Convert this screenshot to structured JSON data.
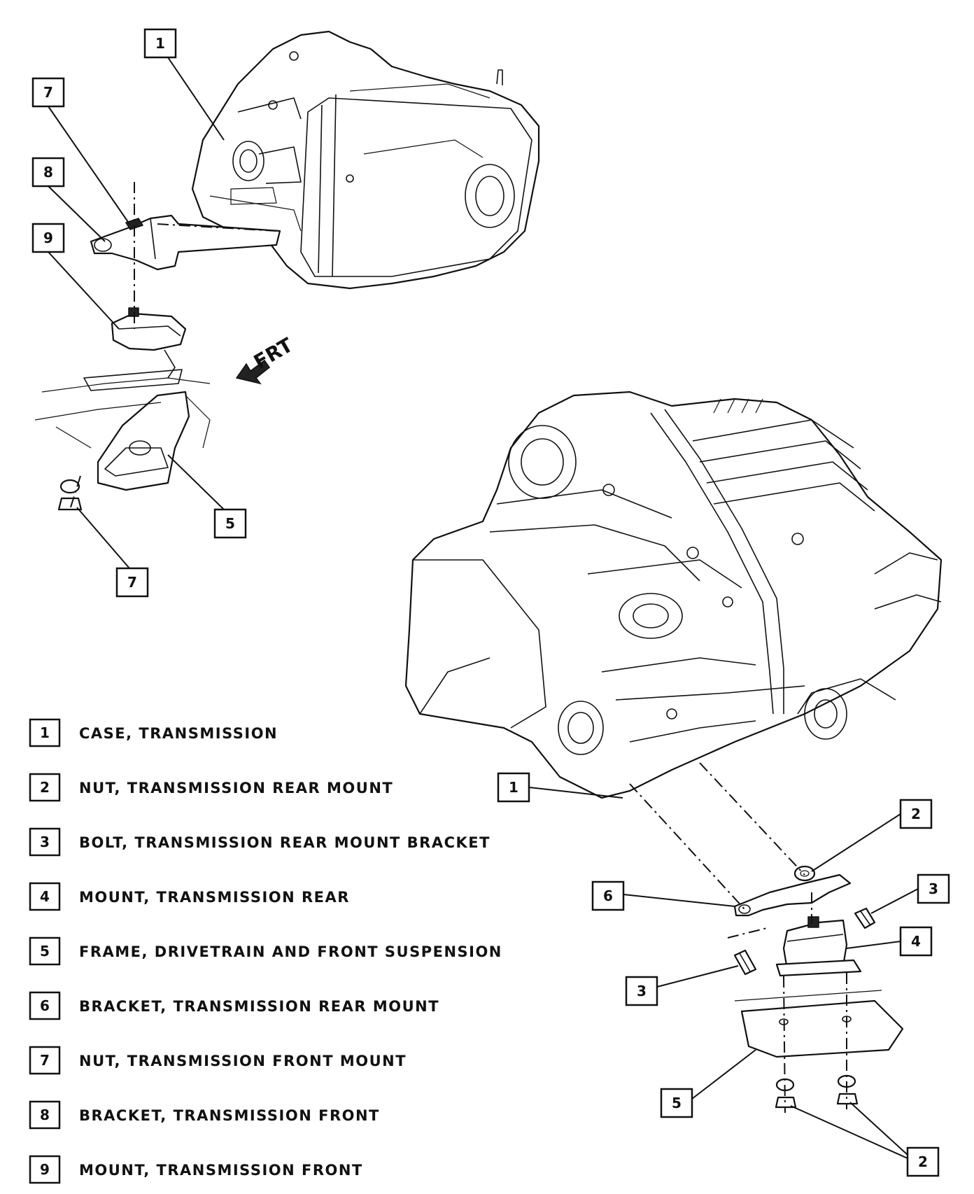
{
  "direction_label": "FRT",
  "callouts": {
    "top_case": "1",
    "top_front_nut": "7",
    "top_front_bracket": "8",
    "top_front_mount": "9",
    "top_frame": "5",
    "top_lower_nut": "7",
    "bottom_case": "1",
    "bottom_nut_upper": "2",
    "bottom_bolt_right": "3",
    "bottom_mount": "4",
    "bottom_bracket": "6",
    "bottom_bolt_left": "3",
    "bottom_frame": "5",
    "bottom_nuts_lower": "2"
  },
  "legend": [
    {
      "number": "1",
      "text": "CASE, TRANSMISSION"
    },
    {
      "number": "2",
      "text": "NUT, TRANSMISSION REAR MOUNT"
    },
    {
      "number": "3",
      "text": "BOLT, TRANSMISSION REAR MOUNT BRACKET"
    },
    {
      "number": "4",
      "text": "MOUNT, TRANSMISSION REAR"
    },
    {
      "number": "5",
      "text": "FRAME, DRIVETRAIN AND FRONT SUSPENSION"
    },
    {
      "number": "6",
      "text": "BRACKET, TRANSMISSION REAR MOUNT"
    },
    {
      "number": "7",
      "text": "NUT, TRANSMISSION FRONT MOUNT"
    },
    {
      "number": "8",
      "text": "BRACKET, TRANSMISSION FRONT"
    },
    {
      "number": "9",
      "text": "MOUNT, TRANSMISSION FRONT"
    }
  ]
}
